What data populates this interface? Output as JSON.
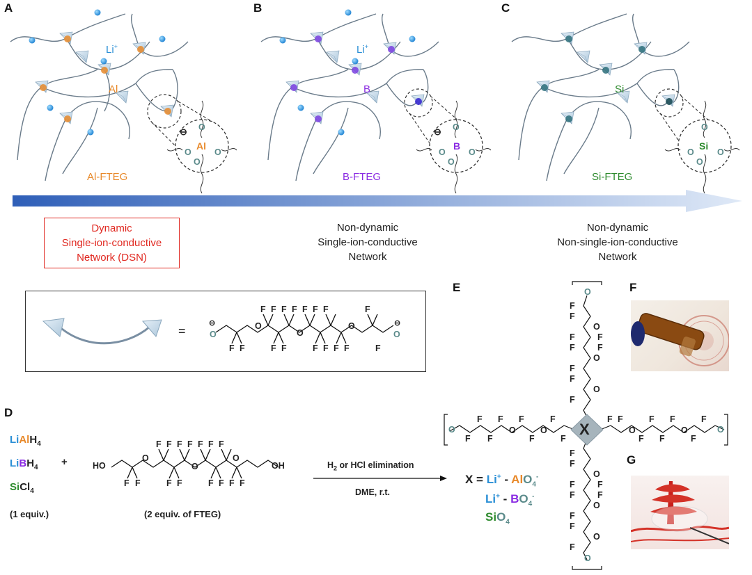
{
  "panels": {
    "a": {
      "letter": "A",
      "ion": "Li",
      "ion_sup": "+",
      "element": "Al",
      "name": "Al-FTEG",
      "color": "#e8892a",
      "node_color": "#e8892a"
    },
    "b": {
      "letter": "B",
      "ion": "Li",
      "ion_sup": "+",
      "element": "B",
      "name": "B-FTEG",
      "color": "#8a2be2",
      "node_color": "#7a3fe0"
    },
    "c": {
      "letter": "C",
      "element": "Si",
      "name": "Si-FTEG",
      "color": "#2e8b2e",
      "node_color": "#2e8b2e"
    }
  },
  "arrow_gradient": [
    "#2f5fb8",
    "#dfe9f7"
  ],
  "classes": {
    "dsn": {
      "line1": "Dynamic",
      "line2": "Single-ion-conductive",
      "line3": "Network (DSN)",
      "color": "#e0271f"
    },
    "b": {
      "line1": "Non-dynamic",
      "line2": "Single-ion-conductive",
      "line3": "Network"
    },
    "c": {
      "line1": "Non-dynamic",
      "line2": "Non-single-ion-conductive",
      "line3": "Network"
    }
  },
  "legend": {
    "equals": "=",
    "fluorine": "F",
    "oxygen": "O",
    "charge": "⊖"
  },
  "panel_d": {
    "letter": "D",
    "reagents": [
      {
        "prefix": "Li",
        "mid": "Al",
        "suffix": "H",
        "sub": "4",
        "mid_color": "#e8892a",
        "prefix_color": "#2a8fd6"
      },
      {
        "prefix": "Li",
        "mid": "B",
        "suffix": "H",
        "sub": "4",
        "mid_color": "#8a2be2",
        "prefix_color": "#2a8fd6"
      },
      {
        "prefix": "",
        "mid": "Si",
        "suffix": "Cl",
        "sub": "4",
        "mid_color": "#2e8b2e",
        "prefix_color": "#2a8fd6"
      }
    ],
    "plus": "+",
    "equiv1": "(1 equiv.)",
    "equiv2": "(2 equiv. of FTEG)",
    "oh": "OH",
    "ho": "HO",
    "cond_top_a": "H",
    "cond_top_sub": "2",
    "cond_top_b": " or HCl elimination",
    "cond_bottom": "DME, r.t."
  },
  "panel_e": {
    "letter": "E",
    "center": "X",
    "x_eq": "X =",
    "defs": [
      {
        "a": "Li",
        "a_sup": "+",
        "dash": " - ",
        "b": "Al",
        "c": "O",
        "c_sub": "4",
        "c_sup": "-",
        "b_color": "#e8892a"
      },
      {
        "a": "Li",
        "a_sup": "+",
        "dash": " - ",
        "b": "B",
        "c": "O",
        "c_sub": "4",
        "c_sup": "-",
        "b_color": "#8a2be2"
      },
      {
        "a": "",
        "a_sup": "",
        "dash": "",
        "b": "Si",
        "c": "O",
        "c_sub": "4",
        "c_sup": "",
        "b_color": "#2e8b2e"
      }
    ]
  },
  "panel_f": {
    "letter": "F"
  },
  "panel_g": {
    "letter": "G"
  }
}
